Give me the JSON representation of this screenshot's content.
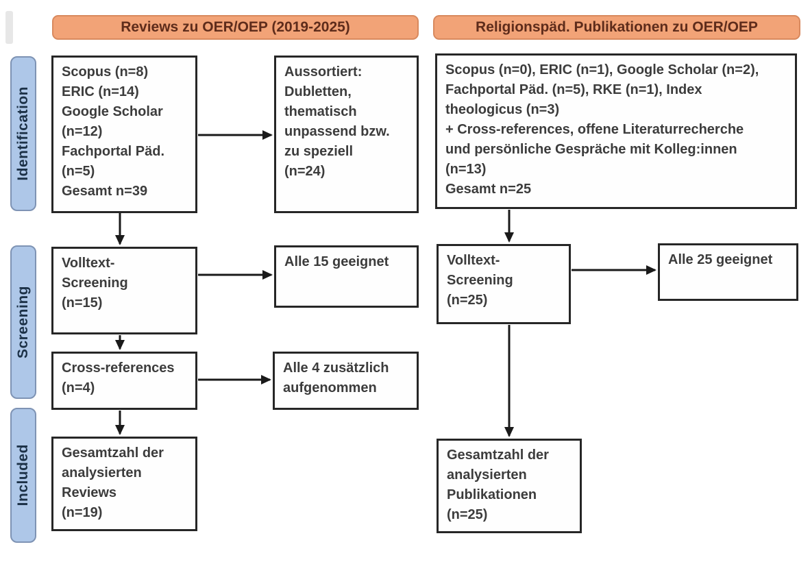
{
  "headers": {
    "left": "Reviews zu OER/OEP (2019-2025)",
    "right": "Religionspäd. Publikationen zu OER/OEP"
  },
  "stages": {
    "identification": "Identification",
    "screening": "Screening",
    "included": "Included"
  },
  "left_flow": {
    "sources": [
      "Scopus (n=8)",
      "ERIC (n=14)",
      "Google Scholar",
      "(n=12)",
      "Fachportal Päd.",
      "(n=5)",
      "Gesamt n=39"
    ],
    "excluded": [
      "Aussortiert:",
      "Dubletten,",
      "thematisch",
      "unpassend bzw.",
      "zu speziell",
      "(n=24)"
    ],
    "fulltext_screening": [
      "Volltext-",
      "Screening",
      "(n=15)"
    ],
    "fulltext_result": "Alle 15 geeignet",
    "cross_references": [
      "Cross-references",
      "(n=4)"
    ],
    "cross_references_result": [
      "Alle 4 zusätzlich",
      "aufgenommen"
    ],
    "total_included": [
      "Gesamtzahl der",
      "analysierten",
      "Reviews",
      "(n=19)"
    ]
  },
  "right_flow": {
    "sources": [
      "Scopus (n=0), ERIC (n=1), Google Scholar (n=2),",
      "Fachportal Päd. (n=5), RKE (n=1), Index",
      "theologicus (n=3)",
      "+ Cross-references, offene Literaturrecherche",
      "und persönliche Gespräche mit Kolleg:innen",
      "(n=13)",
      "Gesamt n=25"
    ],
    "fulltext_screening": [
      "Volltext-",
      "Screening",
      "(n=25)"
    ],
    "fulltext_result": "Alle 25 geeignet",
    "total_included": [
      "Gesamtzahl der",
      "analysierten",
      "Publikationen",
      "(n=25)"
    ]
  },
  "colors": {
    "header_fill": "#f2a377",
    "header_border": "#d8895e",
    "header_text": "#5e2c1b",
    "stage_fill": "#aec7e8",
    "stage_border": "#7e93b4",
    "stage_text": "#1c3147",
    "box_border": "#262626",
    "box_text": "#3c3c3c",
    "arrow": "#1a1a1a"
  }
}
